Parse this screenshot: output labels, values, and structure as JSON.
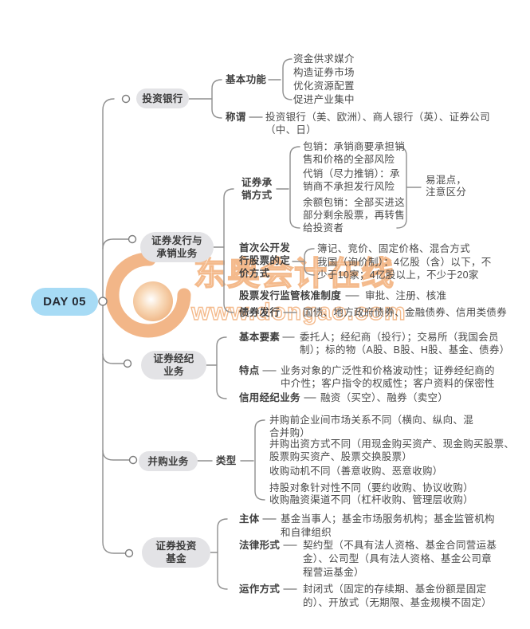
{
  "root": {
    "label": "DAY 05"
  },
  "watermark": {
    "brand": "东奥会计在线",
    "site": "www.dongao.com",
    "color": "#f0a76f"
  },
  "colors": {
    "root_fill": "#a7dbf5",
    "node_fill": "#e3e3e6",
    "line": "#8f8f8f",
    "text": "#4a4a4a"
  },
  "branches": [
    {
      "title": "投资银行",
      "children": [
        {
          "label": "基本功能",
          "items": [
            "资金供求媒介",
            "构造证券市场",
            "优化资源配置",
            "促进产业集中"
          ]
        },
        {
          "label": "称谓",
          "value": "投资银行（美、欧洲）、商人银行（英）、证券公司（中、日）"
        }
      ]
    },
    {
      "title": "证券发行与\n承销业务",
      "children": [
        {
          "label": "证券承\n销方式",
          "items": [
            "包销：承销商要承担销售和价格的全部风险",
            "代销（尽力推销）：承销商不承担发行风险",
            "余额包销：全部买进这部分剩余股票，再转售给投资者"
          ],
          "note": "易混点，\n注意区分"
        },
        {
          "label": "首次公开发\n行股票的定\n价方式",
          "items": [
            "簿记、竞价、固定价格、混合方式",
            "我国（询价制）：4亿股（含）以下，不少于10家；4亿股以上，不少于20家"
          ]
        },
        {
          "label": "股票发行监管核准制度",
          "value": "审批、注册、核准"
        },
        {
          "label": "债券发行",
          "value": "国债、地方政府债券、金融债券、信用类债券"
        }
      ]
    },
    {
      "title": "证券经纪\n业务",
      "children": [
        {
          "label": "基本要素",
          "value": "委托人；经纪商（投行）；交易所（我国会员制）；标的物（A股、B股、H股、基金、债券）"
        },
        {
          "label": "特点",
          "value": "业务对象的广泛性和价格波动性；证券经纪商的中介性；客户指令的权威性；客户资料的保密性"
        },
        {
          "label": "信用经纪业务",
          "value": "融资（买空）、融券（卖空）"
        }
      ]
    },
    {
      "title": "并购业务",
      "children": [
        {
          "label": "类型",
          "items": [
            "并购前企业间市场关系不同（横向、纵向、混合并购）",
            "并购出资方式不同（用现金购买资产、现金购买股票、股票购买资产、股票交换股票）",
            "收购动机不同（善意收购、恶意收购）",
            "持股对象针对性不同（要约收购、协议收购）",
            "收购融资渠道不同（杠杆收购、管理层收购）"
          ]
        }
      ]
    },
    {
      "title": "证券投资\n基金",
      "children": [
        {
          "label": "主体",
          "value": "基金当事人；基金市场服务机构；基金监管机构和自律组织"
        },
        {
          "label": "法律形式",
          "value": "契约型（不具有法人资格、基金合同营运基金）、公司型（具有法人资格、基金公司章程营运基金）"
        },
        {
          "label": "运作方式",
          "value": "封闭式（固定的存续期、基金份额是固定的）、开放式（无期限、基金规模不固定）"
        }
      ]
    }
  ]
}
